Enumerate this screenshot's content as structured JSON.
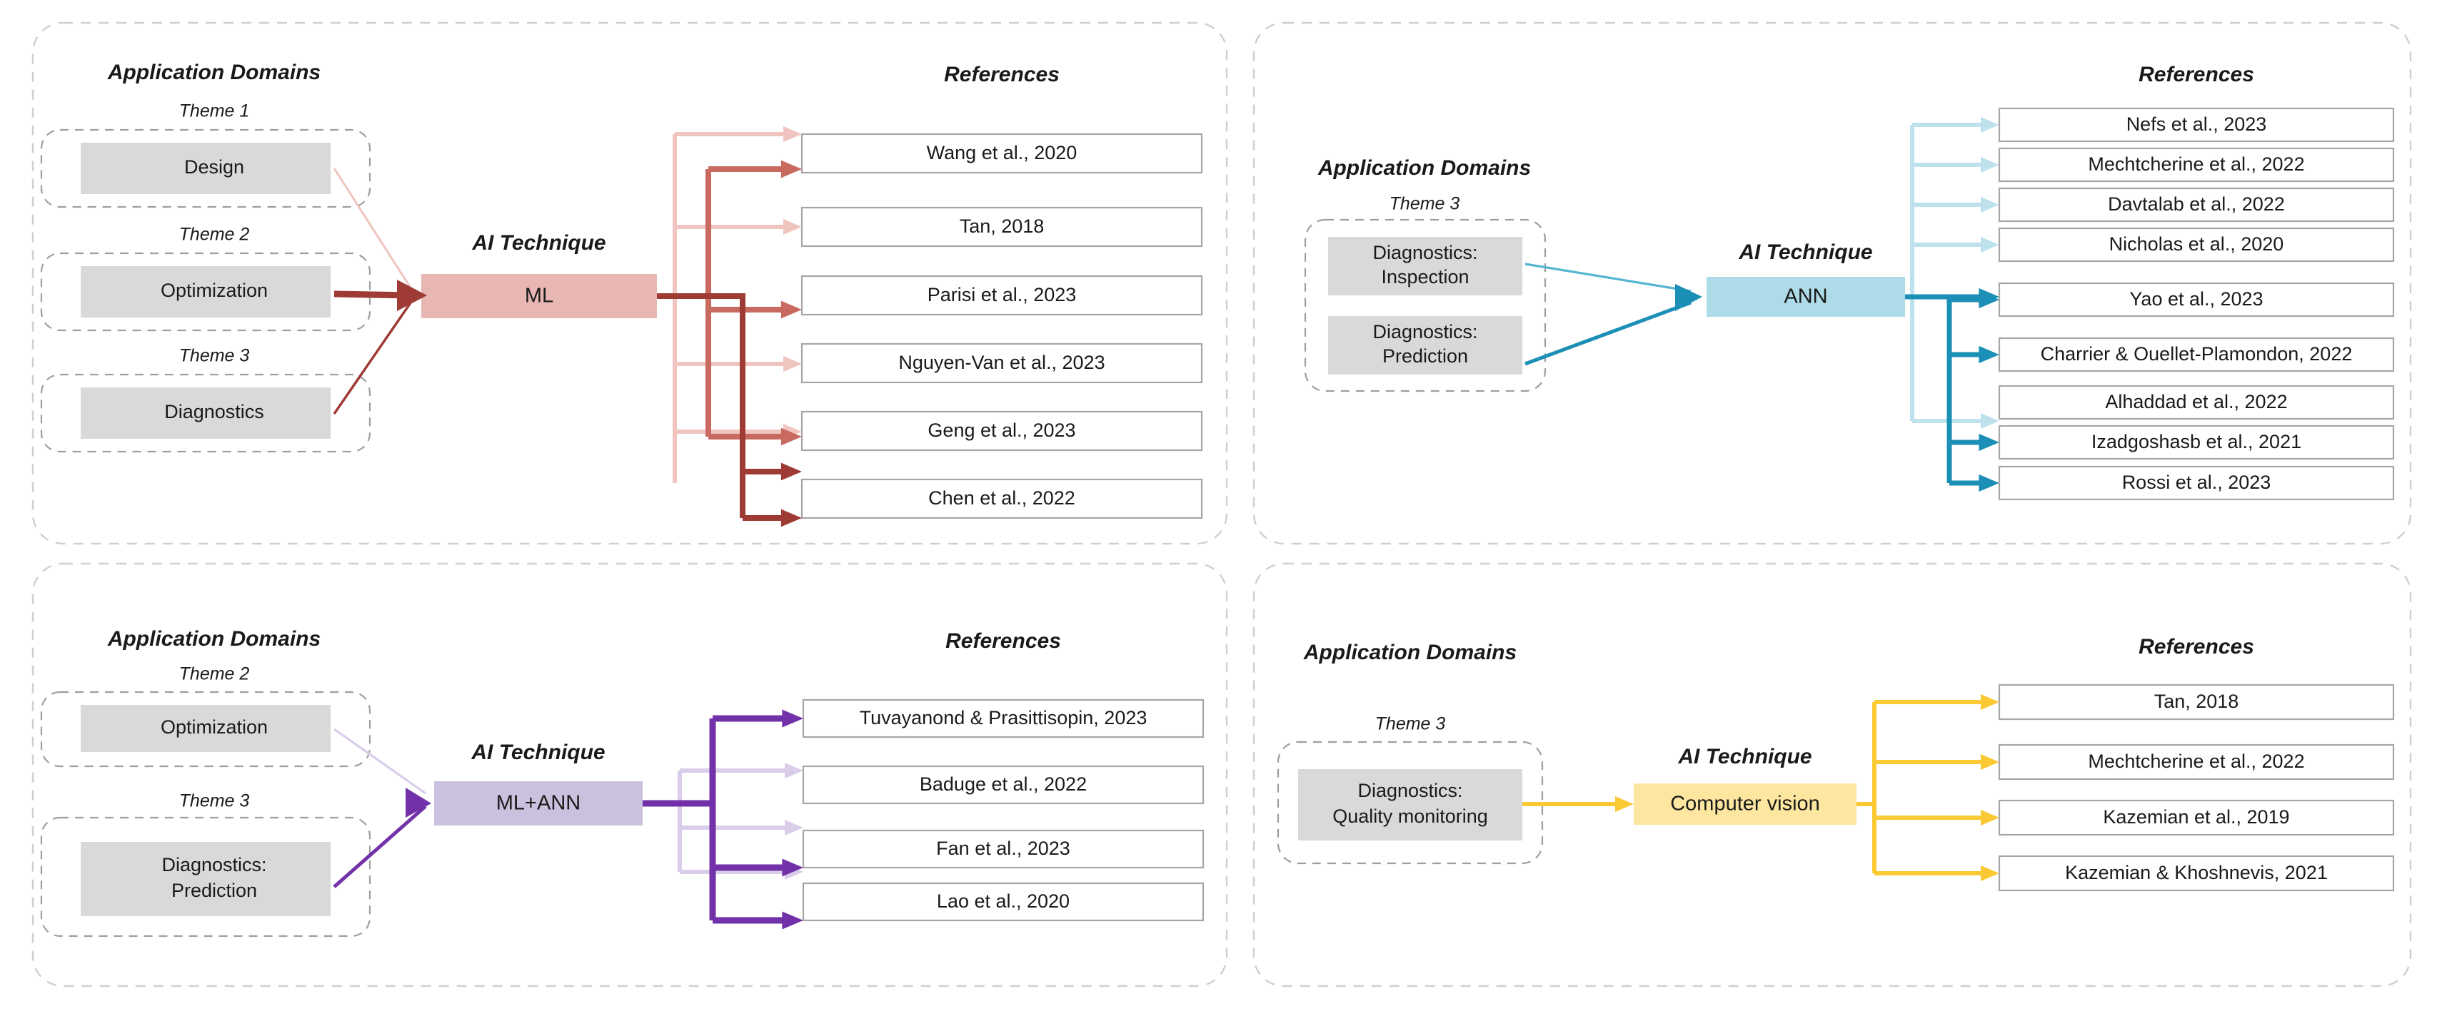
{
  "figure": {
    "panels": [
      {
        "id": "panel-ml",
        "headings": {
          "domains": "Application Domains",
          "technique": "AI Technique",
          "references": "References"
        },
        "themes": [
          {
            "label": "Theme 1",
            "domains": [
              "Design"
            ]
          },
          {
            "label": "Theme 2",
            "domains": [
              "Optimization"
            ]
          },
          {
            "label": "Theme 3",
            "domains": [
              "Diagnostics"
            ]
          }
        ],
        "technique": {
          "label": "ML",
          "fill": "#e8b7b4"
        },
        "accent": {
          "dark": "#9e3b34",
          "mid": "#c86a60",
          "light": "#f0c4bf"
        },
        "references": [
          "Wang et al., 2020",
          "Tan, 2018",
          "Parisi et al., 2023",
          "Nguyen-Van et al., 2023",
          "Geng et al., 2023",
          "Chen et al., 2022"
        ]
      },
      {
        "id": "panel-ann",
        "headings": {
          "domains": "Application Domains",
          "technique": "AI Technique",
          "references": "References"
        },
        "themes": [
          {
            "label": "Theme 3",
            "domains": [
              "Diagnostics:\nInspection",
              "Diagnostics:\nPrediction"
            ]
          }
        ],
        "technique": {
          "label": "ANN",
          "fill": "#aedbe8"
        },
        "accent": {
          "dark": "#1b8fb5",
          "mid": "#56b5d2",
          "light": "#bde2ee"
        },
        "references": [
          "Nefs et al., 2023",
          "Mechtcherine et al., 2022",
          "Davtalab et al., 2022",
          "Nicholas et al., 2020",
          "Yao et al., 2023",
          "Charrier & Ouellet-Plamondon, 2022",
          "Alhaddad et al., 2022",
          "Izadgoshasb et al., 2021",
          "Rossi et al., 2023"
        ]
      },
      {
        "id": "panel-ml-ann",
        "headings": {
          "domains": "Application Domains",
          "technique": "AI Technique",
          "references": "References"
        },
        "themes": [
          {
            "label": "Theme 2",
            "domains": [
              "Optimization"
            ]
          },
          {
            "label": "Theme 3",
            "domains": [
              "Diagnostics:\nPrediction"
            ]
          }
        ],
        "technique": {
          "label": "ML+ANN",
          "fill": "#cbc0dd"
        },
        "accent": {
          "dark": "#7231a8",
          "mid": "#9c6cc4",
          "light": "#d9cdea"
        },
        "references": [
          "Tuvayanond & Prasittisopin, 2023",
          "Baduge et al., 2022",
          "Fan et al., 2023",
          "Lao et al., 2020"
        ]
      },
      {
        "id": "panel-computer-vision",
        "headings": {
          "domains": "Application Domains",
          "technique": "AI Technique",
          "references": "References"
        },
        "themes": [
          {
            "label": "Theme 3",
            "domains": [
              "Diagnostics:\nQuality monitoring"
            ]
          }
        ],
        "technique": {
          "label": "Computer vision",
          "fill": "#fde7a0"
        },
        "accent": {
          "dark": "#fbc934",
          "mid": "#fbc934",
          "light": "#fde09f"
        },
        "references": [
          "Tan, 2018",
          "Mechtcherine et al., 2022",
          "Kazemian et al., 2019",
          "Kazemian & Khoshnevis, 2021"
        ]
      }
    ]
  }
}
